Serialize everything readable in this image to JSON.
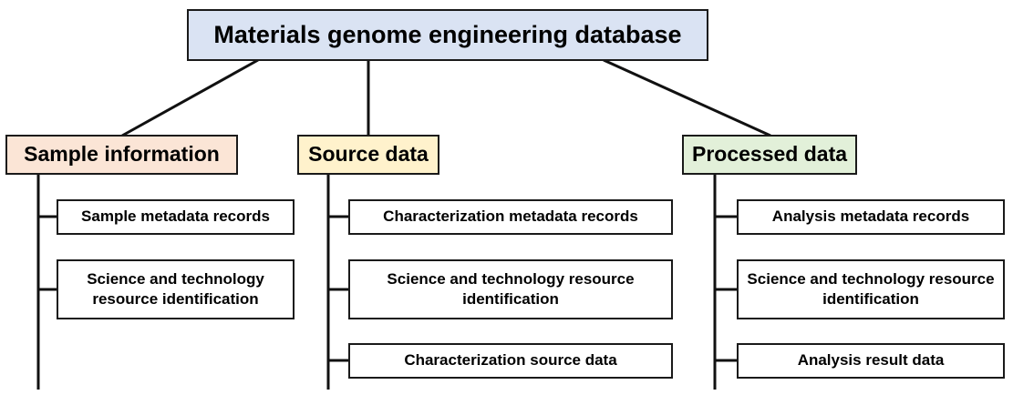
{
  "root": {
    "label": "Materials genome engineering database",
    "fill": "#dae3f3"
  },
  "categories": [
    {
      "label": "Sample information",
      "fill": "#fbe5d6",
      "items": [
        "Sample metadata records",
        "Science and technology resource identification"
      ]
    },
    {
      "label": "Source data",
      "fill": "#fff2cc",
      "items": [
        "Characterization metadata records",
        "Science and technology resource identification",
        "Characterization source data"
      ]
    },
    {
      "label": "Processed data",
      "fill": "#e2f0d9",
      "items": [
        "Analysis metadata records",
        "Science and technology resource identification",
        "Analysis result data"
      ]
    }
  ]
}
